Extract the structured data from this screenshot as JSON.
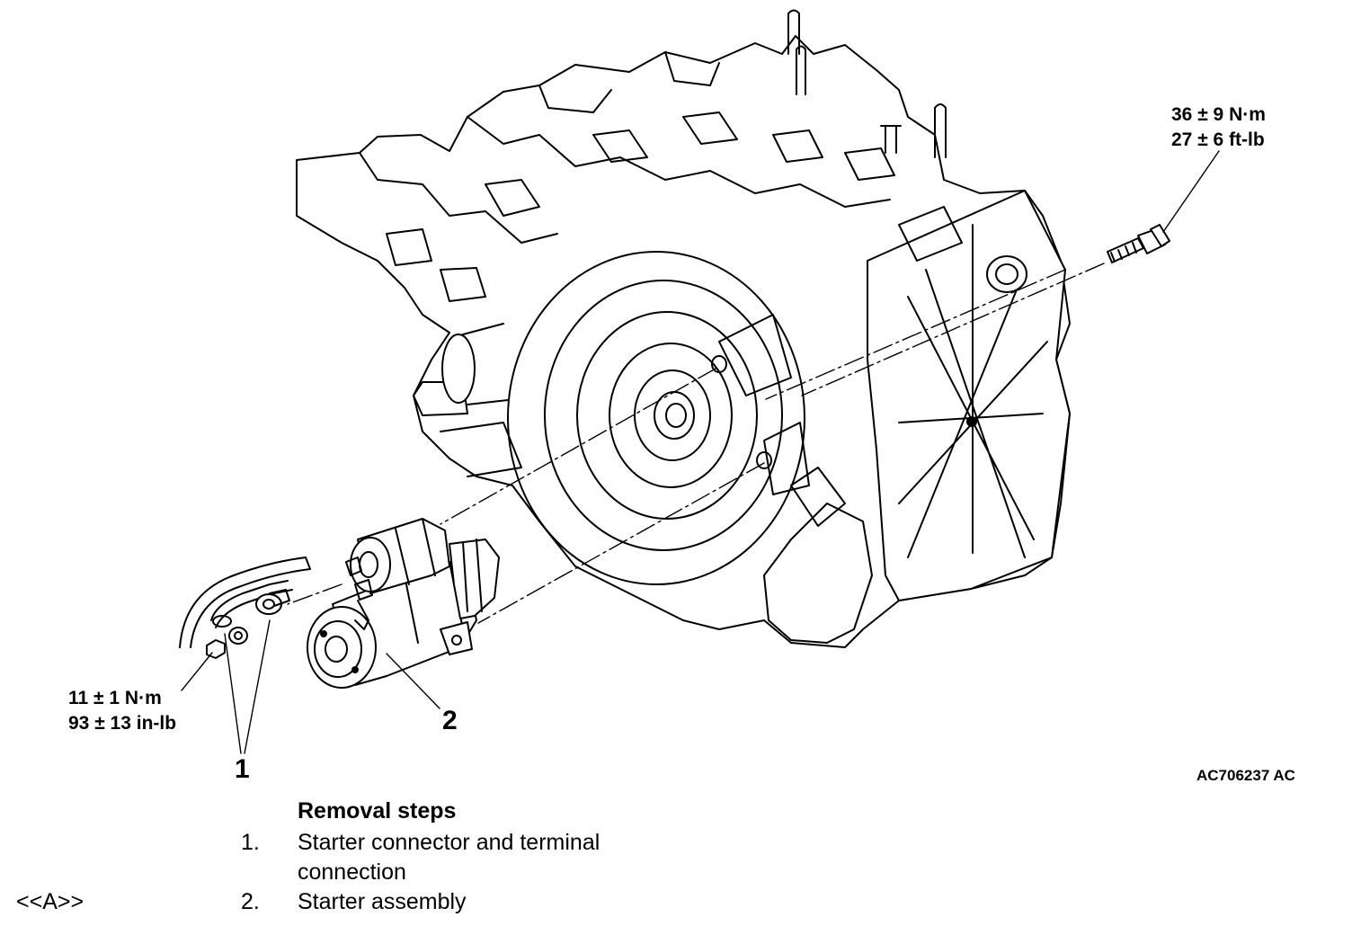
{
  "torque_bolt": {
    "line1": "36 ± 9 N·m",
    "line2": "27 ± 6 ft-lb"
  },
  "torque_terminal": {
    "line1": "11 ± 1 N·m",
    "line2": "93 ± 13 in-lb"
  },
  "callouts": {
    "item1": "1",
    "item2": "2"
  },
  "figure_code": "AC706237 AC",
  "removal": {
    "title": "Removal steps",
    "steps": [
      {
        "ref": "",
        "number": "1.",
        "text_line1": "Starter connector and terminal",
        "text_line2": "connection"
      },
      {
        "ref": "<<A>>",
        "number": "2.",
        "text_line1": "Starter assembly",
        "text_line2": ""
      }
    ]
  },
  "icons": [
    "transaxle-assembly",
    "starter-motor",
    "bolt",
    "terminal-nut",
    "wire-harness"
  ]
}
